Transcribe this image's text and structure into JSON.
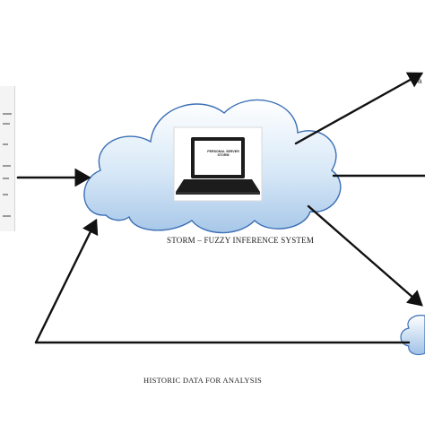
{
  "diagram": {
    "system_caption": "STORM – FUZZY INFERENCE SYSTEM",
    "historic_caption": "HISTORIC DATA FOR ANALYSIS",
    "laptop_screen_line1": "PERSONAL SERVER",
    "laptop_screen_line2": "STORM"
  },
  "colors": {
    "cloud_top": "#ffffff",
    "cloud_bottom": "#a7c7e8",
    "cloud_outline": "#3b6fb6",
    "arrow": "#111111",
    "laptop": "#1c1c1c"
  },
  "icons": [
    "cloud-icon",
    "laptop-icon",
    "arrow-icon"
  ]
}
